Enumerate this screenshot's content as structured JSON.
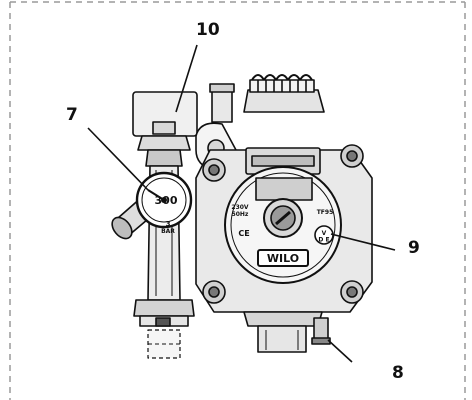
{
  "callouts": {
    "c7": "7",
    "c8": "8",
    "c9": "9",
    "c10": "10"
  },
  "gauge": {
    "scale_mark": "300",
    "pressure_value": "3",
    "pressure_unit": "BAR"
  },
  "pump": {
    "voltage": "230V",
    "frequency": "50Hz",
    "model_code": "TF95",
    "ce_mark": "CE",
    "cert_mark": "V\nD E",
    "brand": "WILO"
  },
  "colors": {
    "line": "#111111",
    "metal_light": "#f2f2f2",
    "metal_mid": "#d4d4d4",
    "metal_dark": "#8a8a8a",
    "border_dash": "#9a9a9a"
  }
}
